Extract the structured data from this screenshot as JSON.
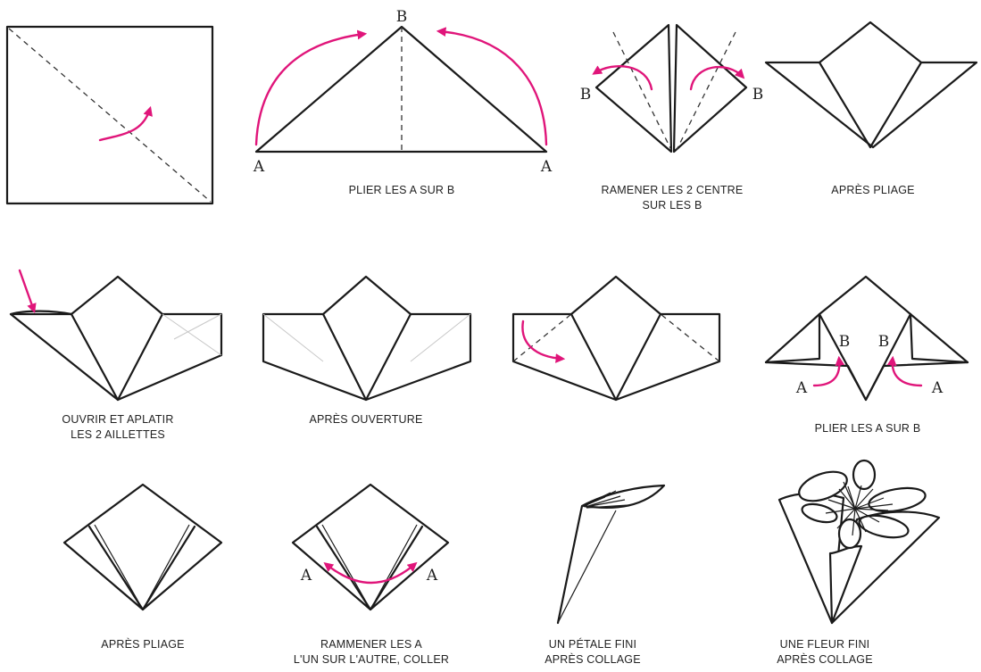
{
  "steps": {
    "s2_caption": "PLIER LES A SUR B",
    "s3_caption_1": "RAMENER LES 2 CENTRE",
    "s3_caption_2": "SUR LES B",
    "s4_caption": "APRÈS PLIAGE",
    "s5_caption_1": "OUVRIR ET APLATIR",
    "s5_caption_2": "LES 2 AILLETTES",
    "s6_caption": "APRÈS OUVERTURE",
    "s8_caption": "PLIER LES A SUR B",
    "s9_caption": "APRÈS PLIAGE",
    "s10_caption_1": "RAMMENER LES A",
    "s10_caption_2": "L'UN SUR L'AUTRE, COLLER",
    "s11_caption_1": "UN PÉTALE FINI",
    "s11_caption_2": "APRÈS COLLAGE",
    "s12_caption_1": "UNE FLEUR FINI",
    "s12_caption_2": "APRÈS COLLAGE"
  },
  "labels": {
    "point_a": "A",
    "point_b": "B"
  },
  "colors": {
    "arrow": "#e0157a",
    "line": "#1a1a1a"
  }
}
